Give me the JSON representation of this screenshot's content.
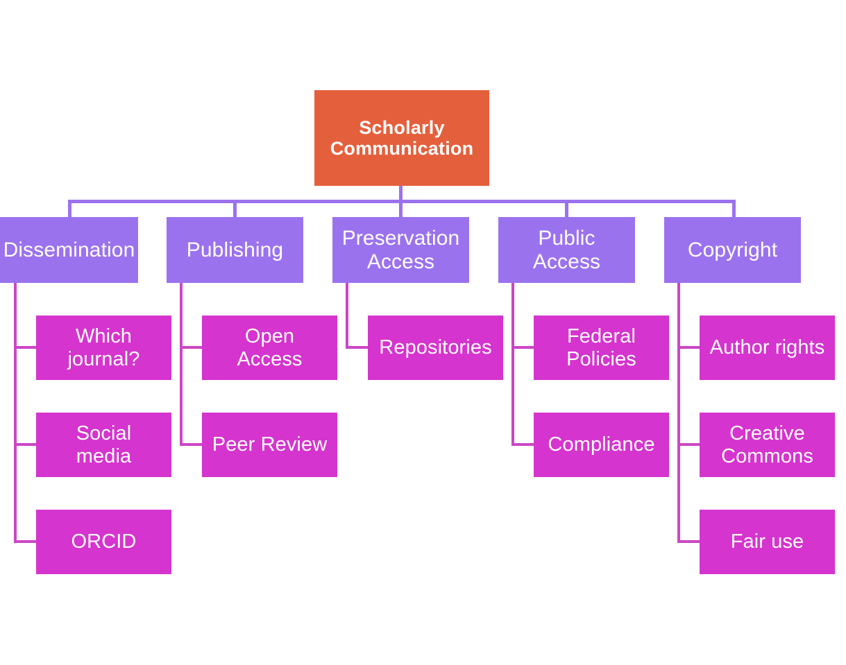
{
  "diagram": {
    "type": "tree-hierarchy",
    "title": "Scholarly Communication concept map",
    "colors": {
      "root_fill": "#e4603c",
      "branch_fill": "#9b72ee",
      "leaf_fill": "#d534ce",
      "text": "#ffffff",
      "branch_connector": "#9b72ee",
      "leaf_connector": "#cc46c6",
      "background": "#ffffff"
    },
    "root": {
      "label": "Scholarly\nCommunication"
    },
    "branches": [
      {
        "label": "Dissemination",
        "children": [
          {
            "label": "Which\njournal?"
          },
          {
            "label": "Social\nmedia"
          },
          {
            "label": "ORCID"
          }
        ]
      },
      {
        "label": "Publishing",
        "children": [
          {
            "label": "Open\nAccess"
          },
          {
            "label": "Peer Review"
          }
        ]
      },
      {
        "label": "Preservation\nAccess",
        "children": [
          {
            "label": "Repositories"
          }
        ]
      },
      {
        "label": "Public\nAccess",
        "children": [
          {
            "label": "Federal\nPolicies"
          },
          {
            "label": "Compliance"
          }
        ]
      },
      {
        "label": "Copyright",
        "children": [
          {
            "label": "Author rights"
          },
          {
            "label": "Creative\nCommons"
          },
          {
            "label": "Fair use"
          }
        ]
      }
    ]
  }
}
